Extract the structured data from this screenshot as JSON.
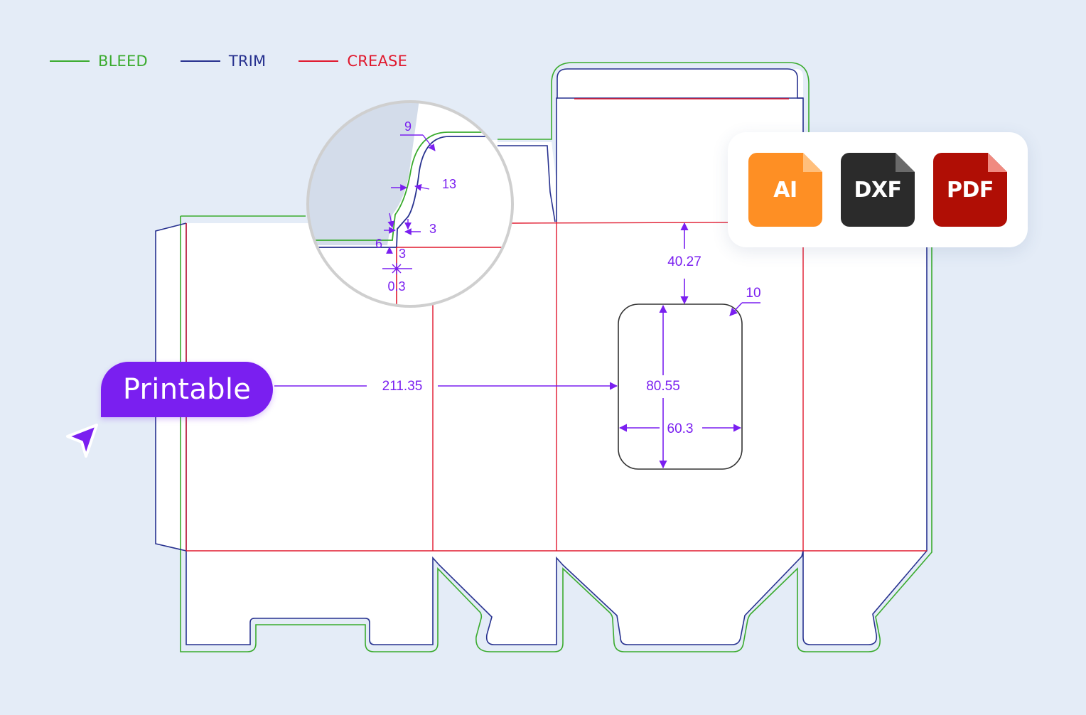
{
  "legend": [
    {
      "label": "BLEED",
      "color": "#3aab2e"
    },
    {
      "label": "TRIM",
      "color": "#27318f"
    },
    {
      "label": "CREASE",
      "color": "#e0182d"
    }
  ],
  "formats": [
    {
      "label": "AI",
      "color": "#fe8f24",
      "fold": "#ffbf7c"
    },
    {
      "label": "DXF",
      "color": "#2b2b2b",
      "fold": "#6a6a6a"
    },
    {
      "label": "PDF",
      "color": "#b00e05",
      "fold": "#f08a80"
    }
  ],
  "badge": {
    "label": "Printable"
  },
  "dimensions": {
    "panel_offset": "211.35",
    "window_top_offset": "40.27",
    "window_height": "80.55",
    "window_width": "60.3",
    "window_corner_radius": "10"
  },
  "detail": {
    "radius": "9",
    "flap_width": "13",
    "notch_a": "3",
    "notch_b": "6",
    "notch_c": "3",
    "bleed_gap": "0.3"
  },
  "colors": {
    "dimension": "#7a1ff0",
    "trim": "#27318f",
    "bleed": "#3aab2e",
    "crease": "#e0182d"
  }
}
